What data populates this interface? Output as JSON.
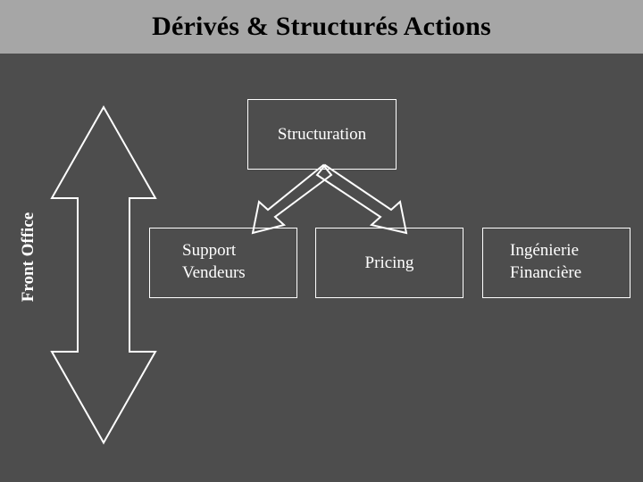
{
  "slide": {
    "title": "Dérivés & Structurés Actions",
    "background_color": "#4d4d4d",
    "title_bar_color": "#a6a6a6",
    "text_color": "#ffffff"
  },
  "side_label": {
    "text": "Front Office",
    "orientation": "vertical"
  },
  "diagram": {
    "root": {
      "label": "Structuration"
    },
    "children": [
      {
        "label_line1": "Support",
        "label_line2": "Vendeurs"
      },
      {
        "label_line1": "Pricing",
        "label_line2": ""
      },
      {
        "label_line1": "Ingénierie",
        "label_line2": "Financière"
      }
    ],
    "arrows": {
      "vertical_double_arrow": "double-headed-vertical-arrow",
      "left_branch": "arrow-down-left",
      "right_branch": "arrow-down-right"
    }
  }
}
